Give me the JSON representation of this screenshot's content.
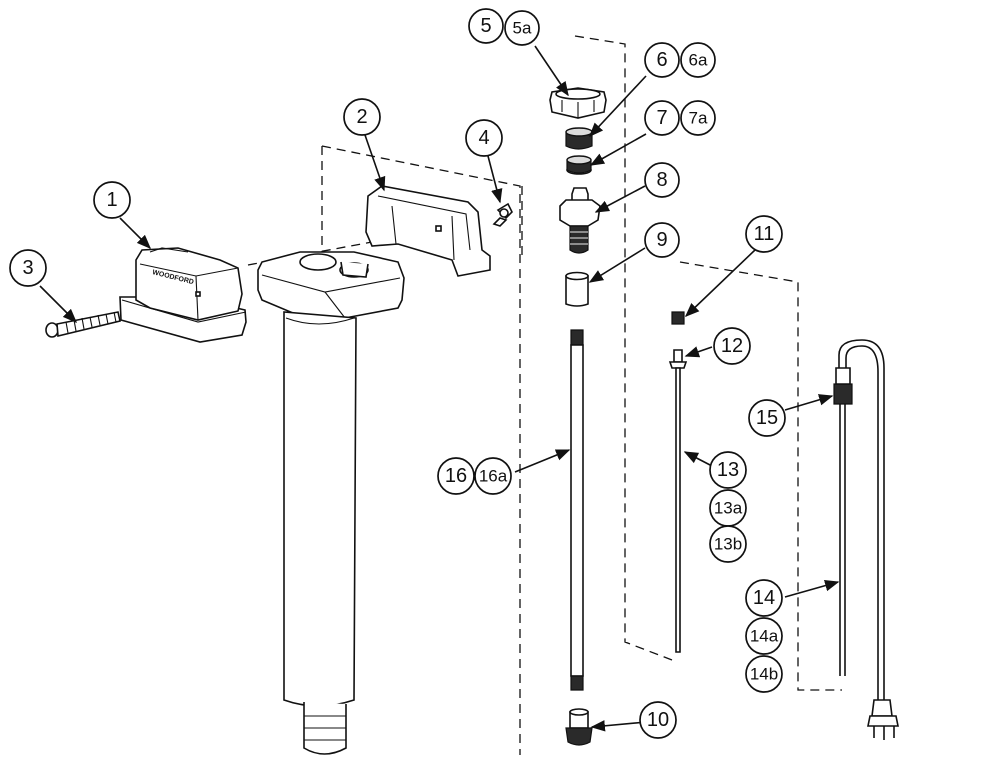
{
  "diagram": {
    "brand_text": "WOODFORD",
    "callouts": {
      "c1": "1",
      "c2": "2",
      "c3": "3",
      "c4": "4",
      "c5": "5",
      "c5a": "5a",
      "c6": "6",
      "c6a": "6a",
      "c7": "7",
      "c7a": "7a",
      "c8": "8",
      "c9": "9",
      "c10": "10",
      "c11": "11",
      "c12": "12",
      "c13": "13",
      "c13a": "13a",
      "c13b": "13b",
      "c14": "14",
      "c14a": "14a",
      "c14b": "14b",
      "c15": "15",
      "c16": "16",
      "c16a": "16a"
    }
  }
}
